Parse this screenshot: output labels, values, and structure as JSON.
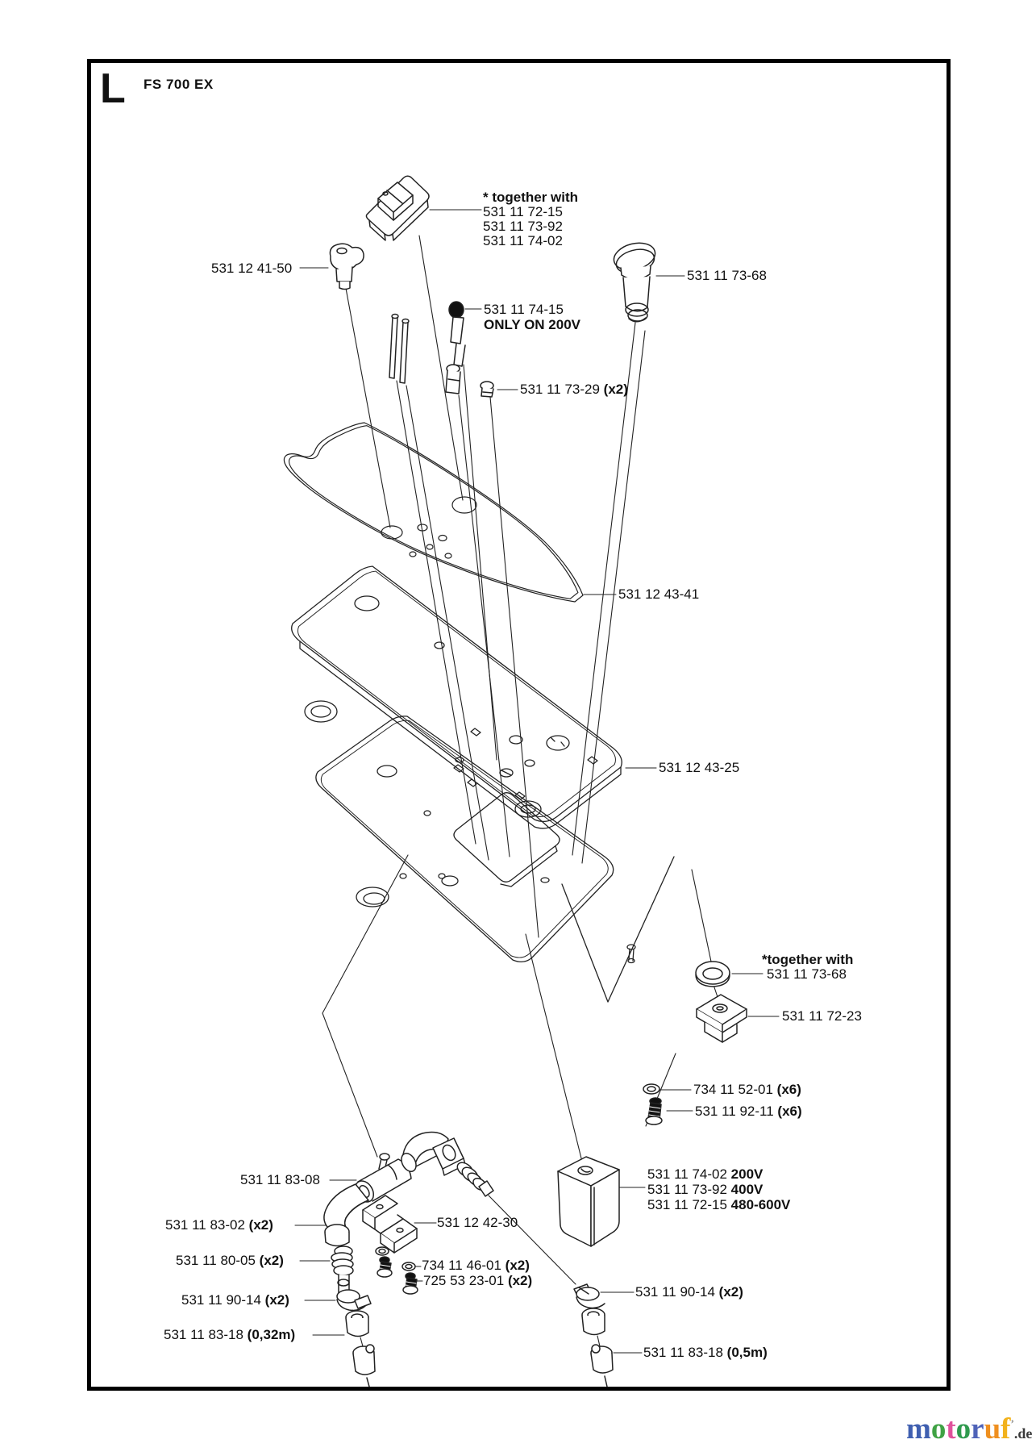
{
  "header": {
    "letter": "L",
    "model": "FS 700 EX"
  },
  "callouts": {
    "together_top": {
      "title": "* together with",
      "lines": [
        "531 11 72-15",
        "531 11 73-92",
        "531 11 74-02"
      ]
    },
    "knob": "531 12 41-50",
    "button": "531 11 73-68",
    "pin_200v": {
      "num": "531 11 74-15",
      "note": "ONLY ON 200V"
    },
    "screws_pair": {
      "num": "531 11 73-29",
      "qual": "(x2)"
    },
    "gasket": "531 12 43-41",
    "plate": "531 12 43-25",
    "together_right": {
      "title": "*together with",
      "num": "531 11 73-68"
    },
    "tnut": "531 11 72-23",
    "washer_x6": {
      "num": "734 11 52-01",
      "qual": "(x6)"
    },
    "screw_x6": {
      "num": "531 11 92-11",
      "qual": "(x6)"
    },
    "voltage_block": [
      {
        "num": "531 11 74-02",
        "volt": "200V"
      },
      {
        "num": "531 11 73-92",
        "volt": "400V"
      },
      {
        "num": "531 11 72-15",
        "volt": "480-600V"
      }
    ],
    "tee_fitting": "531 11 83-08",
    "bracket": "531 12 42-30",
    "elbow_x2": {
      "num": "531 11 83-02",
      "qual": "(x2)"
    },
    "fitting_x2": {
      "num": "531 11 80-05",
      "qual": "(x2)"
    },
    "washer_x2": {
      "num": "734 11 46-01",
      "qual": "(x2)"
    },
    "screw_x2": {
      "num": "725 53 23-01",
      "qual": "(x2)"
    },
    "clamp_left": {
      "num": "531 11 90-14",
      "qual": "(x2)"
    },
    "hose_left": {
      "num": "531 11 83-18",
      "qual": "(0,32m)"
    },
    "clamp_right": {
      "num": "531 11 90-14",
      "qual": "(x2)"
    },
    "hose_right": {
      "num": "531 11 83-18",
      "qual": "(0,5m)"
    }
  },
  "logo": {
    "letters": [
      {
        "ch": "m",
        "color": "#3f5fb0"
      },
      {
        "ch": "o",
        "color": "#3fa244"
      },
      {
        "ch": "t",
        "color": "#e0529c"
      },
      {
        "ch": "o",
        "color": "#2f9a4e"
      },
      {
        "ch": "r",
        "color": "#4f63b8"
      },
      {
        "ch": "u",
        "color": "#ef8f1f"
      },
      {
        "ch": "f",
        "color": "#f2b21c"
      }
    ],
    "mark": "’",
    "suffix": ".de"
  }
}
